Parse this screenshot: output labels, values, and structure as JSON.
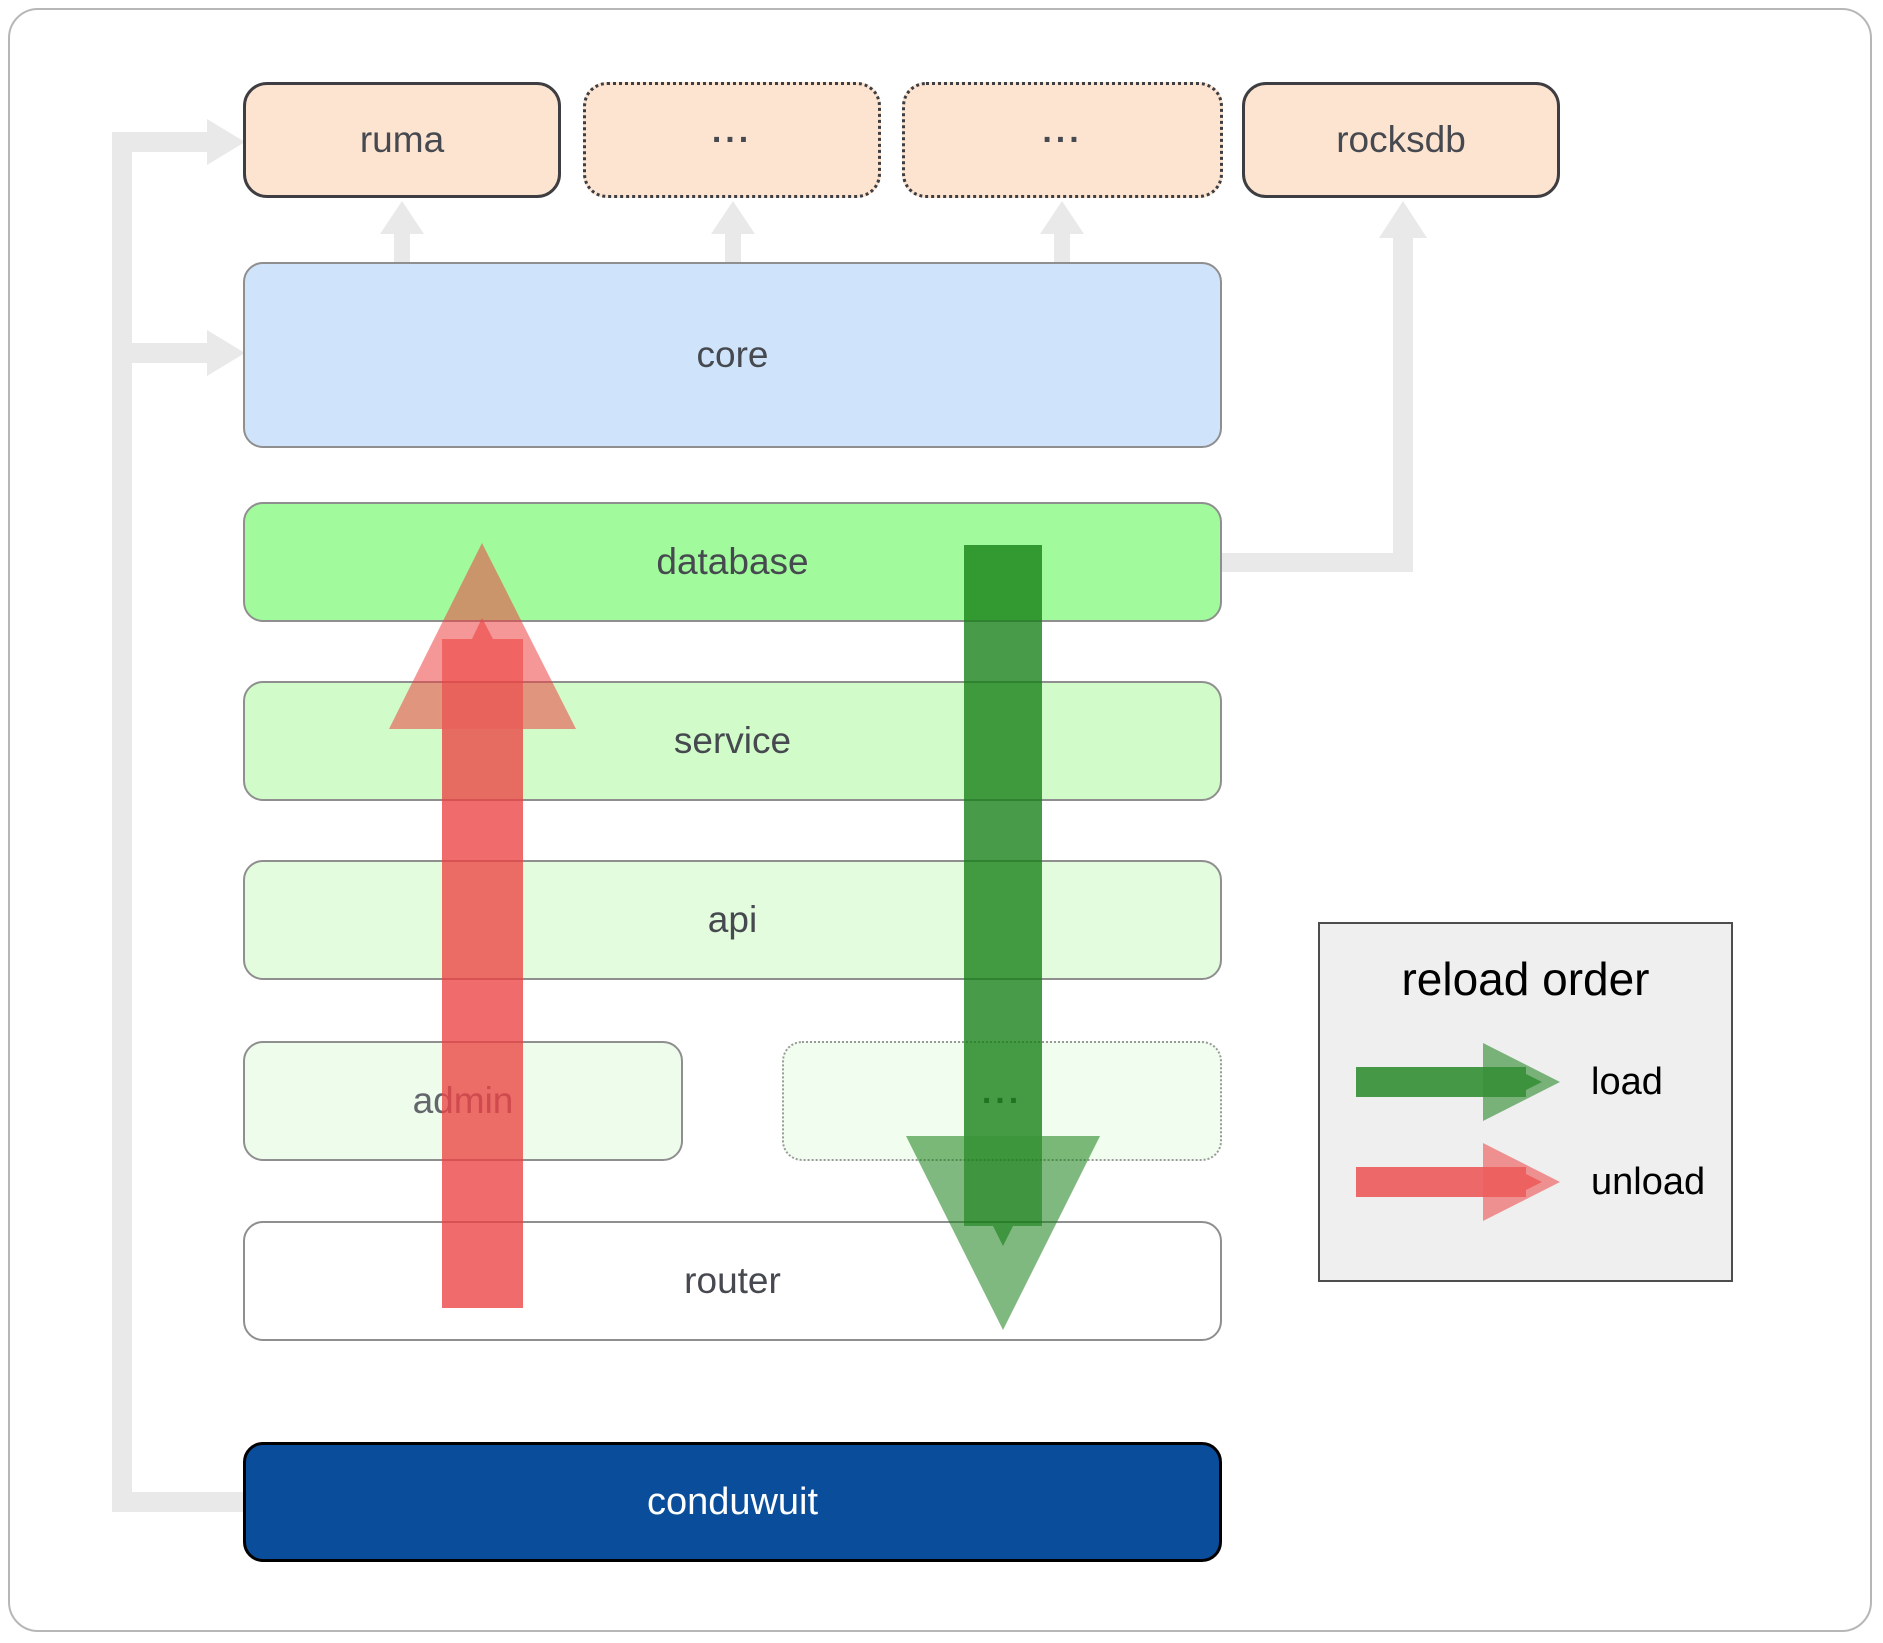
{
  "boxes": {
    "ruma": {
      "label": "ruma"
    },
    "dep1": {
      "label": "..."
    },
    "dep2": {
      "label": "..."
    },
    "rocksdb": {
      "label": "rocksdb"
    },
    "core": {
      "label": "core"
    },
    "database": {
      "label": "database"
    },
    "service": {
      "label": "service"
    },
    "api": {
      "label": "api"
    },
    "admin": {
      "label": "admin"
    },
    "etc": {
      "label": "..."
    },
    "router": {
      "label": "router"
    },
    "conduwuit": {
      "label": "conduwuit"
    }
  },
  "legend": {
    "title": "reload order",
    "load_label": "load",
    "unload_label": "unload"
  },
  "colors": {
    "module_fill": "#fce4d1",
    "core_fill": "#cfe4fa",
    "database_fill": "#a1fa9b",
    "service_fill": "#d1fbc9",
    "api_fill": "#e3fcdd",
    "admin_fill": "#eefceb",
    "etc_fill": "#f1fdee",
    "router_fill": "#ffffff",
    "conduwuit_fill": "#0a4e9b",
    "legend_fill": "#efefef",
    "connector": "#e9e9e9",
    "load_arrow": "#157f15",
    "unload_arrow": "#ec4242"
  }
}
